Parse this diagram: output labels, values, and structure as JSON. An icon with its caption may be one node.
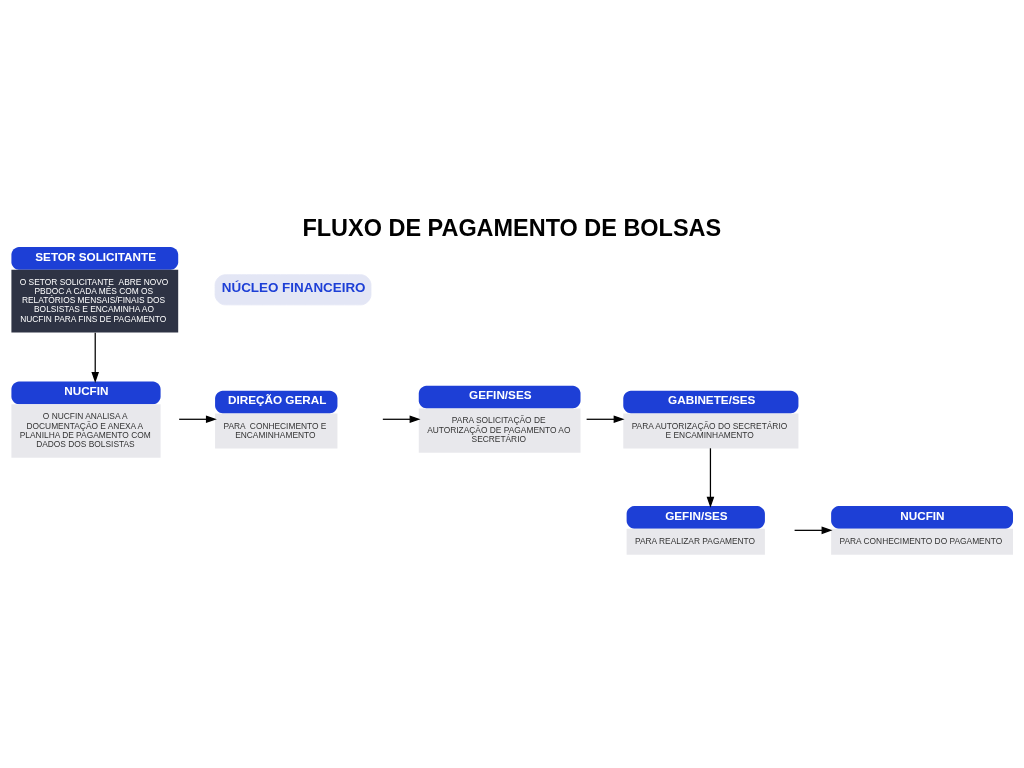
{
  "diagram": {
    "title": "FLUXO DE PAGAMENTO DE BOLSAS",
    "nodes": [
      {
        "text": [
          "SETOR SOLICITANTE",
          "O SETOR SOLICITANTE  ABRE NOVO PBDOC A CADA MÊS COM OS RELATÓRIOS MENSAIS/FINAIS DOS BOLSISTAS E ENCAMINHA AO NUCFIN PARA FINS DE PAGAMENTO"
        ]
      },
      {
        "text": [
          "NUCFIN",
          "O NUCFIN ANALISA A DOCUMENTAÇÃO E ANEXA A PLANILHA DE PAGAMENTO COM  DADOS DOS BOLSISTAS"
        ]
      },
      {
        "text": [
          "DIREÇÃO GERAL",
          "PARA  CONHECIMENTO E ENCAMINHAMENTO"
        ]
      },
      {
        "text": [
          "GEFIN/SES",
          "PARA SOLICITAÇÃO DE AUTORIZAÇÃO DE PAGAMENTO AO SECRETÁRIO"
        ]
      },
      {
        "text": [
          "GABINETE/SES",
          "PARA AUTORIZAÇÃO DO SECRETÁRIO  E ENCAMINHAMENTO"
        ]
      },
      {
        "text": [
          "GEFIN/SES",
          "PARA REALIZAR PAGAMENTO"
        ]
      },
      {
        "text": [
          "NUCFIN",
          "PARA CONHECIMENTO DO PAGAMENTO"
        ]
      }
    ],
    "edges": [
      {
        "from": 0,
        "to": 1,
        "arrow": "to"
      },
      {
        "from": 1,
        "to": 2,
        "arrow": "to"
      },
      {
        "from": 2,
        "to": 3,
        "arrow": "to"
      },
      {
        "from": 3,
        "to": 4,
        "arrow": "to"
      },
      {
        "from": 4,
        "to": 5,
        "arrow": "to"
      },
      {
        "from": 5,
        "to": 6,
        "arrow": "to"
      }
    ],
    "labels": [
      "NÚCLEO FINANCEIRO"
    ]
  }
}
